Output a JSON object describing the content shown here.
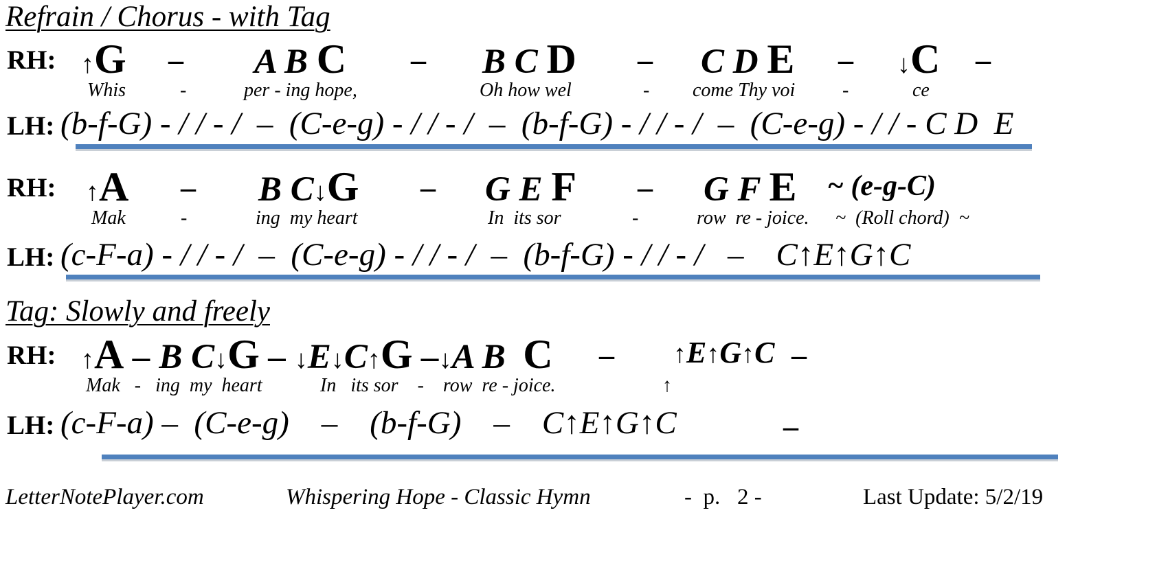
{
  "sections": [
    {
      "heading": "Refrain / Chorus - with Tag"
    },
    {
      "heading": "Tag: Slowly and freely"
    }
  ],
  "labels": {
    "rh": "RH:",
    "lh": "LH:"
  },
  "dash": "–",
  "blocks": [
    {
      "rh": [
        "↑G",
        "A B C",
        "B C D",
        "C D E",
        "↓C"
      ],
      "lyrics": [
        "Whis",
        "-",
        "per - ing hope,",
        "Oh how wel",
        "-",
        "come Thy voi",
        "-",
        "ce"
      ],
      "lh": "(b-f-G) - / / - /  –  (C-e-g) - / / - /  –  (b-f-G) - / / - /  –  (C-e-g) - / / - C D  E"
    },
    {
      "rh": [
        "↑A",
        "B C↓G",
        "G E F",
        "G F E",
        "~ (e-g-C)"
      ],
      "lyrics": [
        "Mak",
        "-",
        "ing  my heart",
        "In  its sor",
        "-",
        "row  re - joice.",
        "~  (Roll chord)  ~"
      ],
      "lh": "(c-F-a) - / / - /  –  (C-e-g) - / / - /  –  (b-f-G) - / / - /   –    C↑E↑G↑C"
    },
    {
      "rh": [
        "↑A – B C↓G – ↓E↓C↑G –↓A B  C",
        "↑E↑G↑C"
      ],
      "lyrics": [
        "Mak   -   ing  my  heart",
        "In   its sor    -    row  re - joice.",
        "↑"
      ],
      "lh": "(c-F-a) –  (C-e-g)    –    (b-f-G)    –    C↑E↑G↑C"
    }
  ],
  "footer": {
    "site": "LetterNotePlayer.com",
    "title": "Whispering Hope - Classic Hymn",
    "page": "-  p.   2 -",
    "update": "Last Update: 5/2/19"
  }
}
